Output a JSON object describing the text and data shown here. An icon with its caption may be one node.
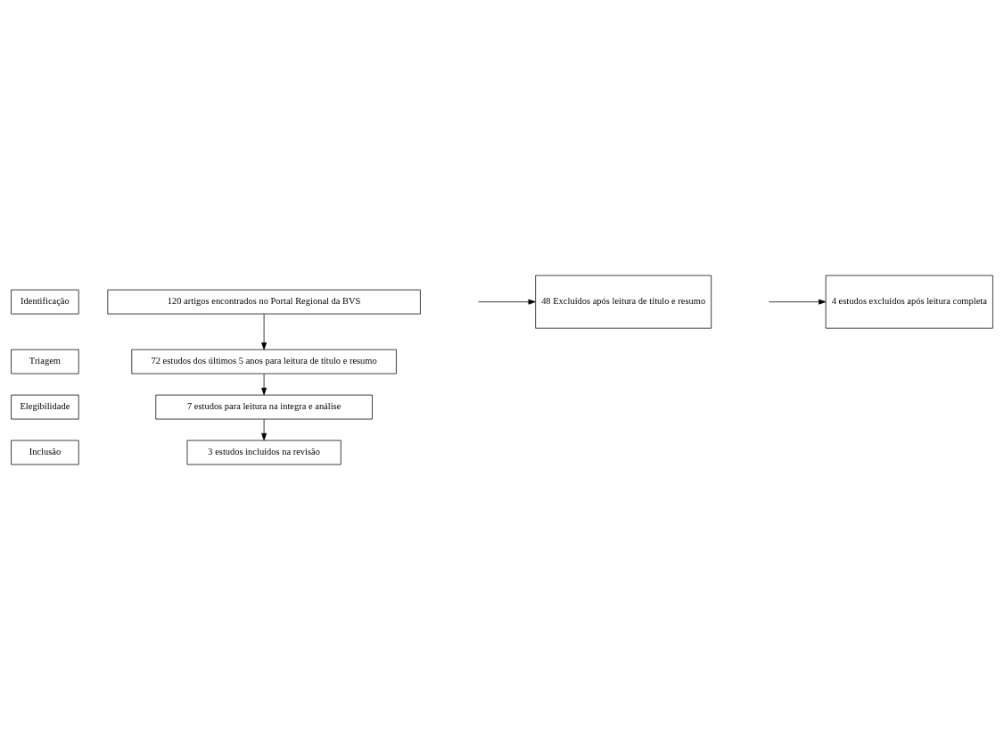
{
  "diagram": {
    "nodes": [
      {
        "text": [
          "Identificação"
        ]
      },
      {
        "text": [
          "Triagem"
        ]
      },
      {
        "text": [
          "Elegibilidade"
        ]
      },
      {
        "text": [
          "Inclusão"
        ]
      },
      {
        "text": [
          "120 artigos encontrados no Portal Regional da BVS"
        ]
      },
      {
        "text": [
          "72 estudos dos últimos 5 anos para leitura de título e resumo"
        ]
      },
      {
        "text": [
          "48 Excluídos após leitura de título e resumo"
        ]
      },
      {
        "text": [
          "7 estudos para leitura na integra e análise"
        ]
      },
      {
        "text": [
          "4 estudos excluídos após leitura completa"
        ]
      },
      {
        "text": [
          "3 estudos incluídos na revisão"
        ]
      }
    ],
    "edges": [
      {
        "from": 4,
        "to": 5,
        "arrow": "to"
      },
      {
        "from": 5,
        "to": 7,
        "arrow": "to"
      },
      {
        "from": null,
        "to": 6,
        "arrow": "to"
      },
      {
        "from": 7,
        "to": 9,
        "arrow": "to"
      },
      {
        "from": null,
        "to": 8,
        "arrow": "to"
      }
    ]
  }
}
